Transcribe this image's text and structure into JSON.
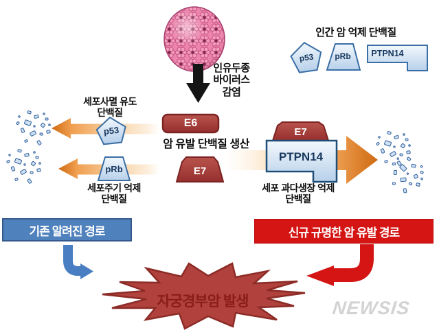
{
  "title": "인간 암 억제 단백질",
  "virus": {
    "caption_lines": [
      "인유두종",
      "바이러스",
      "감염"
    ]
  },
  "proteins": {
    "p53": "p53",
    "pRb": "pRb",
    "ptpn14": "PTPN14",
    "e6": "E6",
    "e7": "E7"
  },
  "labels": {
    "apoptosis": [
      "세포사멸 유도",
      "단백질"
    ],
    "cell_cycle": [
      "세포주기 억제",
      "단백질"
    ],
    "production": "암 유발 단백질 생산",
    "overgrowth": [
      "세포 과다생장 억제",
      "단백질"
    ]
  },
  "banners": {
    "known": "기존 알려진 경로",
    "novel": "신규 규명한 암 유발 경로"
  },
  "outcome": "자궁경부암 발생",
  "watermark": "NEWSIS",
  "colors": {
    "banner_known_bg": "#4f81bd",
    "banner_novel_bg": "#d51414",
    "starburst_fill": "#b0413d",
    "starburst_text": "#8b1d18",
    "suppressor_fill": "#d7e6f5",
    "suppressor_border": "#1f4e79",
    "oncoprotein_fill": "#a73c3c",
    "arrow_orange": "#d06e15",
    "virus_pink": "#ec84ad"
  }
}
